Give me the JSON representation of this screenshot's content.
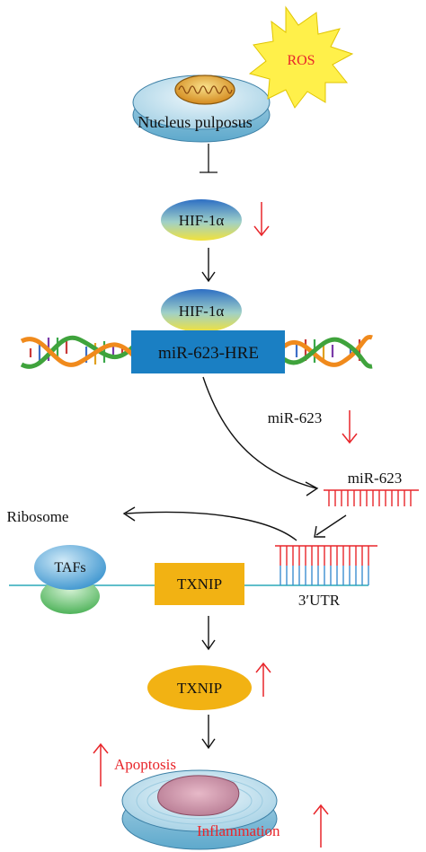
{
  "labels": {
    "ros": "ROS",
    "nucleus": "Nucleus pulposus",
    "hif_top": "HIF-1α",
    "hif_dna": "HIF-1α",
    "hre": "miR-623-HRE",
    "mir_text": "miR-623",
    "mir_strand": "miR-623",
    "ribosome": "Ribosome",
    "tafs": "TAFs",
    "txnip_mrna": "TXNIP",
    "utr": "3′UTR",
    "txnip_protein": "TXNIP",
    "apoptosis": "Apoptosis",
    "inflammation": "Inflammation"
  },
  "colors": {
    "red": "#e8262b",
    "orange_box": "#f2b213",
    "blue_box": "#1a7fc3",
    "line_teal": "#2aa8b8",
    "ros_yellow": "#fff04a"
  }
}
